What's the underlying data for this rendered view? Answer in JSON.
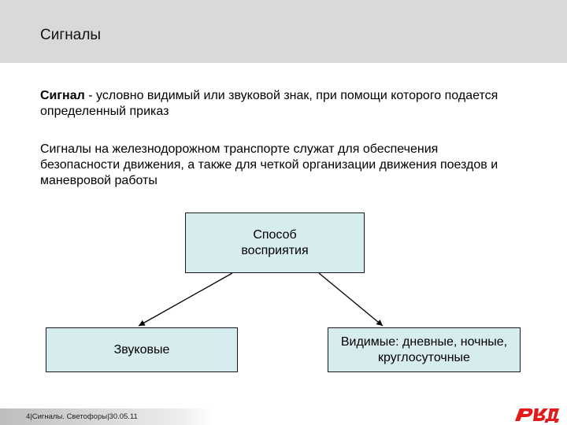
{
  "header": {
    "title": "Сигналы"
  },
  "content": {
    "definition_term": "Сигнал",
    "definition_text": " - условно видимый или звуковой знак, при помощи которого подается определенный приказ",
    "purpose_text": "Сигналы на железнодорожном транспорте служат для обеспечения безопасности движения, а также для четкой организации движения поездов и маневровой работы"
  },
  "diagram": {
    "root_label": "Способ восприятия",
    "left_label": "Звуковые",
    "right_label": "Видимые: дневные, ночные, круглосуточные"
  },
  "footer": {
    "text": "4|Сигналы. Светофоры|30.05.11"
  },
  "colors": {
    "header_bg": "#d9d9d9",
    "box_fill": "#d7ecee",
    "logo_red": "#e21a1a"
  },
  "icons": {
    "logo": "rzd-logo"
  }
}
